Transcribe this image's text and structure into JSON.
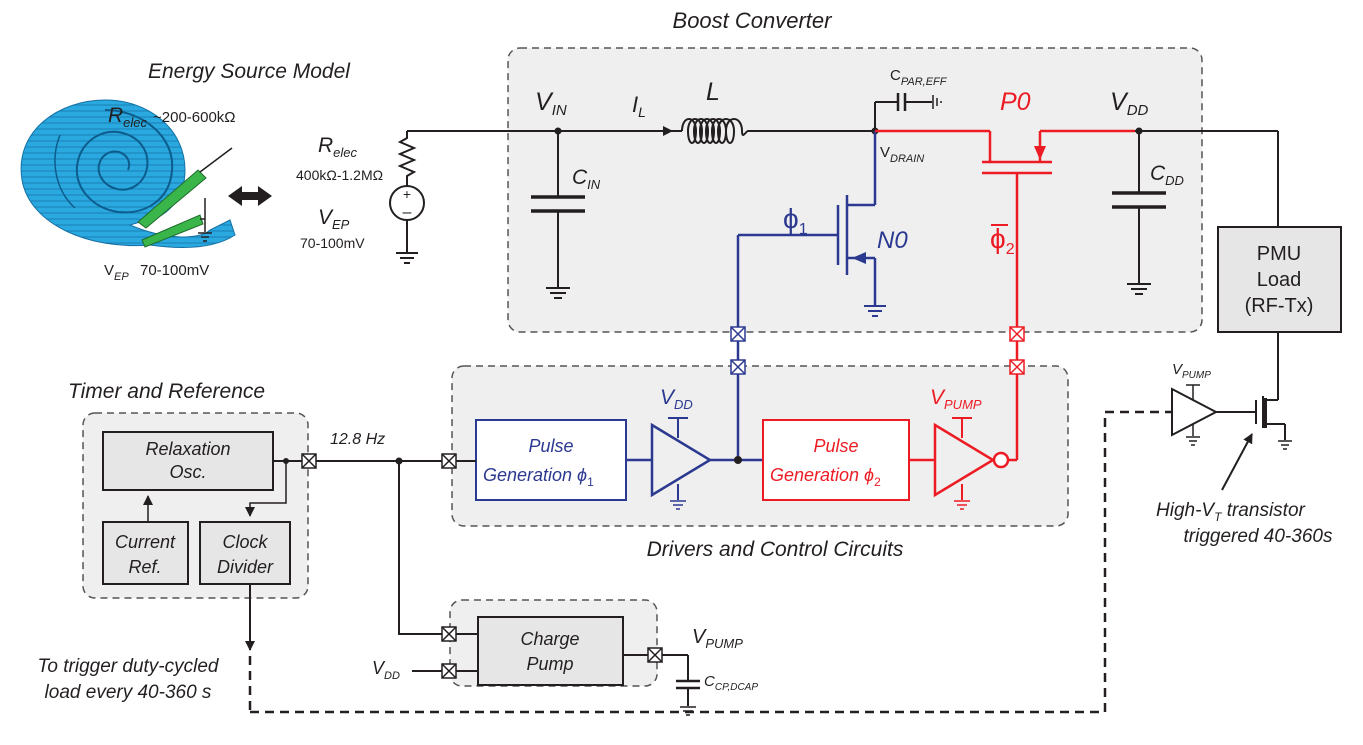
{
  "regions": {
    "energy_source": "Energy Source Model",
    "boost": "Boost Converter",
    "timer": "Timer and Reference",
    "drivers": "Drivers and Control Circuits"
  },
  "source_model": {
    "relec_label": "R",
    "relec_sub": "elec",
    "relec_range": "~200-600kΩ",
    "vep_label": "V",
    "vep_sub": "EP",
    "vep_range": "70-100mV"
  },
  "equivalent": {
    "relec_label": "R",
    "relec_sub": "elec",
    "relec_value": "400kΩ-1.2MΩ",
    "vep_label": "V",
    "vep_sub": "EP",
    "vep_value": "70-100mV"
  },
  "boost": {
    "vin_main": "V",
    "vin_sub": "IN",
    "il_main": "I",
    "il_sub": "L",
    "inductor": "L",
    "cin_main": "C",
    "cin_sub": "IN",
    "cpar_main": "C",
    "cpar_sub": "PAR,EFF",
    "vdrain_main": "V",
    "vdrain_sub": "DRAIN",
    "phi1_main": "ϕ",
    "phi1_sub": "1",
    "n0": "N0",
    "p0": "P0",
    "phi2_main": "ϕ",
    "phi2_sub": "2",
    "vdd_main": "V",
    "vdd_sub": "DD",
    "cdd_main": "C",
    "cdd_sub": "DD"
  },
  "pmu": {
    "line1": "PMU",
    "line2": "Load",
    "line3": "(RF-Tx)"
  },
  "timer": {
    "relax1": "Relaxation",
    "relax2": "Osc.",
    "current1": "Current",
    "current2": "Ref.",
    "clock1": "Clock",
    "clock2": "Divider",
    "freq": "12.8 Hz"
  },
  "drivers": {
    "pulse1_l1": "Pulse",
    "pulse1_l2": "Generation ϕ",
    "pulse1_sub": "1",
    "pulse2_l1": "Pulse",
    "pulse2_l2": "Generation ϕ",
    "pulse2_sub": "2",
    "buf1_main": "V",
    "buf1_sub": "DD",
    "buf2_main": "V",
    "buf2_sub": "PUMP"
  },
  "charge_pump": {
    "l1": "Charge",
    "l2": "Pump",
    "vdd_main": "V",
    "vdd_sub": "DD",
    "vpump_main": "V",
    "vpump_sub": "PUMP",
    "ccp_main": "C",
    "ccp_sub": "CP,DCAP"
  },
  "trigger": {
    "vpump_main": "V",
    "vpump_sub": "PUMP",
    "hv_l1_main": "High-V",
    "hv_l1_sub": "T",
    "hv_l1_rest": " transistor",
    "hv_l2": "triggered 40-360s",
    "duty_l1": "To trigger duty-cycled",
    "duty_l2": "load every 40-360 s"
  },
  "colors": {
    "wire": "#231f20",
    "phi1": "#2b3990",
    "phi2": "#ed1c24",
    "region_fill": "#efefef",
    "region_border": "#555555",
    "block_fill": "#e6e6e6",
    "spiral_fill": "#29a9e0",
    "electrode": "#39b54a"
  }
}
